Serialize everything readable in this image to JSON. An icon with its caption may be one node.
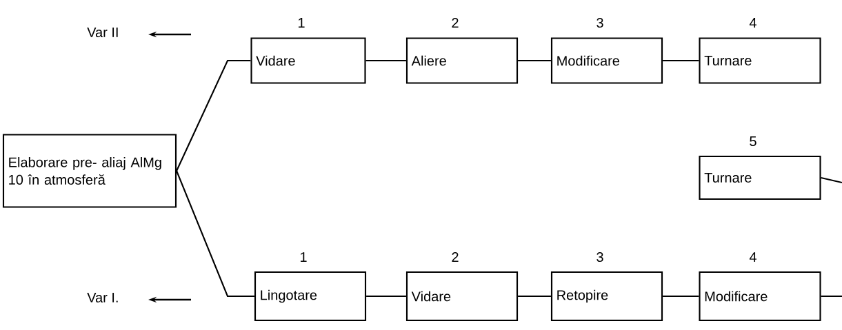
{
  "diagram": {
    "nodes": [
      {
        "text": [
          "Elaborare pre- aliaj AlMg 10 în atmosferă"
        ]
      },
      {
        "text": [
          "Vidare"
        ],
        "beside": [
          "1"
        ]
      },
      {
        "text": [
          "Aliere"
        ],
        "beside": [
          "2"
        ]
      },
      {
        "text": [
          "Modificare"
        ],
        "beside": [
          "3"
        ]
      },
      {
        "text": [
          "Turnare"
        ],
        "beside": [
          "4"
        ]
      },
      {
        "text": [
          "Turnare"
        ],
        "beside": [
          "5"
        ]
      },
      {
        "text": [
          "Lingotare"
        ],
        "beside": [
          "1"
        ]
      },
      {
        "text": [
          "Vidare"
        ],
        "beside": [
          "2"
        ]
      },
      {
        "text": [
          "Retopire"
        ],
        "beside": [
          "3"
        ]
      },
      {
        "text": [
          "Modificare"
        ],
        "beside": [
          "4"
        ]
      }
    ],
    "edges": [
      {
        "from": 0,
        "to": 1,
        "arrow": "none"
      },
      {
        "from": 1,
        "to": 2,
        "arrow": "none"
      },
      {
        "from": 2,
        "to": 3,
        "arrow": "none"
      },
      {
        "from": 3,
        "to": 4,
        "arrow": "none"
      },
      {
        "from": 0,
        "to": 6,
        "arrow": "none"
      },
      {
        "from": 6,
        "to": 7,
        "arrow": "none"
      },
      {
        "from": 7,
        "to": 8,
        "arrow": "none"
      },
      {
        "from": 8,
        "to": 9,
        "arrow": "none"
      },
      {
        "from": 5,
        "to": null,
        "arrow": "none"
      },
      {
        "from": 9,
        "to": null,
        "arrow": "none"
      }
    ],
    "labels": [
      "Var II",
      "Var I."
    ]
  }
}
